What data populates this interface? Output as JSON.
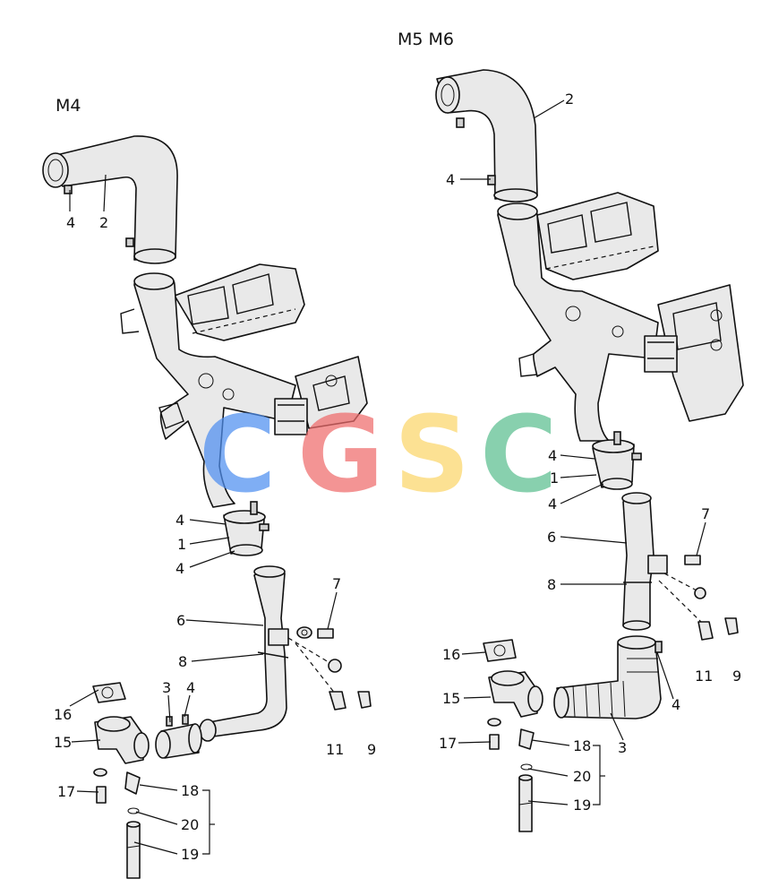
{
  "diagram": {
    "variant_left": "M4",
    "variant_right": "M5 M6",
    "watermark": {
      "letters": [
        "C",
        "G",
        "S",
        "C"
      ],
      "colors": [
        "#4f8ff0",
        "#ef6b6b",
        "#fcd66a",
        "#5bbf8f"
      ]
    },
    "left_callouts": {
      "c1": "1",
      "c2": "2",
      "c3": "3",
      "c4a": "4",
      "c4b": "4",
      "c4c": "4",
      "c4d": "4",
      "c6": "6",
      "c7": "7",
      "c8": "8",
      "c9": "9",
      "c11": "11",
      "c15": "15",
      "c16": "16",
      "c17": "17",
      "c18": "18",
      "c19": "19",
      "c20": "20"
    },
    "right_callouts": {
      "c1": "1",
      "c2": "2",
      "c3": "3",
      "c4a": "4",
      "c4b": "4",
      "c4c": "4",
      "c4d": "4",
      "c6": "6",
      "c7": "7",
      "c8": "8",
      "c9": "9",
      "c11": "11",
      "c15": "15",
      "c16": "16",
      "c17": "17",
      "c18": "18",
      "c19": "19",
      "c20": "20"
    }
  }
}
